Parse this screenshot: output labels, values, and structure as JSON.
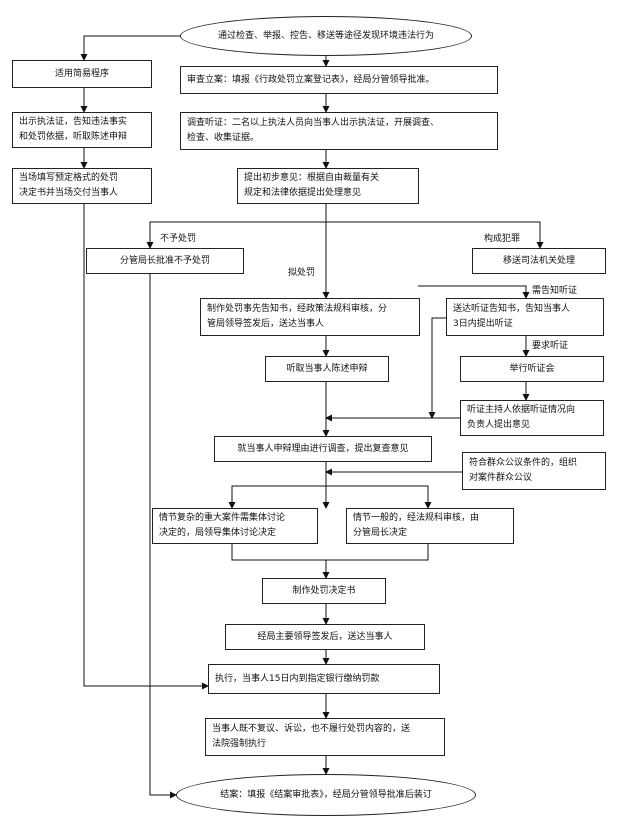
{
  "nodes": {
    "start": "通过检查、举报、控告、移送等途径发现环境违法行为",
    "simple": "适用简易程序",
    "show_cert": "出示执法证，告知违法事实\n和处罚依据，听取陈述申辩",
    "on_site": "当场填写预定格式的处罚\n决定书并当场交付当事人",
    "register": "审查立案：填报《行政处罚立案登记表》，经局分管领导批准。",
    "investigate": "调查听证：二名以上执法人员向当事人出示执法证，开展调查、\n检查、收集证据。",
    "initial": "提出初步意见：根据自由裁量有关\n规定和法律依据提出处理意见",
    "no_penalty": "分管局长批准不予处罚",
    "transfer": "移送司法机关处理",
    "pre_notice": "制作处罚事先告知书，经政策法规科审核，分\n管局领导签发后，送达当事人",
    "hearing_notice": "送达听证告知书，告知当事人\n3日内提出听证",
    "statement": "听取当事人陈述申辩",
    "hold_hearing": "举行听证会",
    "hearing_report": "听证主持人依据听证情况向\n负责人提出意见",
    "review": "就当事人申辩理由进行调查，提出复查意见",
    "public_discuss": "符合群众公议条件的，组织\n对案件群众公议",
    "collective": "情节复杂的重大案件需集体讨论\n决定的，局领导集体讨论决定",
    "general": "情节一般的，经法规科审核，由\n分管局长决定",
    "make_decision": "制作处罚决定书",
    "sign_deliver": "经局主要领导签发后，送达当事人",
    "execute": "执行，当事人15日内到指定银行缴纳罚款",
    "enforce": "当事人既不复议、诉讼，也不履行处罚内容的，送\n法院强制执行",
    "close": "结案：填报《结案审批表》，经局分管领导批准后装订"
  },
  "labels": {
    "no_penalty": "不予处罚",
    "crime": "构成犯罪",
    "to_penalize": "拟处罚",
    "need_hearing": "需告知听证",
    "request_hearing": "要求听证"
  }
}
